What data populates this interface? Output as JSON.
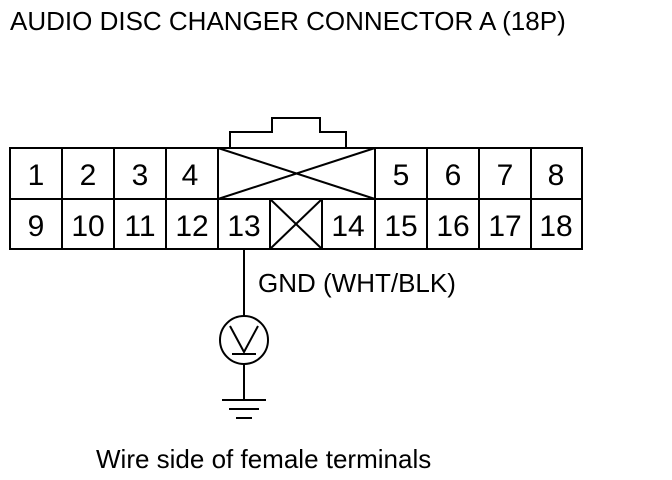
{
  "title": "AUDIO DISC CHANGER CONNECTOR A (18P)",
  "caption": "Wire side of female terminals",
  "wire_label": "GND (WHT/BLK)",
  "connector": {
    "top_row": [
      "1",
      "2",
      "3",
      "4",
      "5",
      "6",
      "7",
      "8"
    ],
    "bottom_row": [
      "9",
      "10",
      "11",
      "12",
      "13",
      "14",
      "15",
      "16",
      "17",
      "18"
    ]
  },
  "symbols": {
    "meter": "voltmeter-icon",
    "ground": "ground-icon"
  },
  "colors": {
    "line": "#000000",
    "background": "#ffffff"
  }
}
